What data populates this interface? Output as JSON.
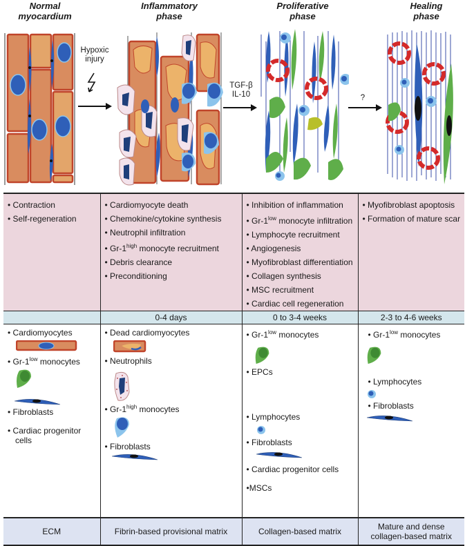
{
  "phases": [
    {
      "title_line1": "Normal",
      "title_line2": "myocardium"
    },
    {
      "title_line1": "Inflammatory",
      "title_line2": "phase"
    },
    {
      "title_line1": "Proliferative",
      "title_line2": "phase"
    },
    {
      "title_line1": "Healing",
      "title_line2": "phase"
    }
  ],
  "transitions": [
    {
      "line1": "Hypoxic",
      "line2": "injury",
      "icon": "lightning-bolt-icon"
    },
    {
      "line1": "TGF-β",
      "line2": "IL-10"
    },
    {
      "line1": "?"
    }
  ],
  "functions": [
    [
      "Contraction",
      "Self-regeneration"
    ],
    [
      "Cardiomyocyte death",
      "Chemokine/cytokine synthesis",
      "Neutrophil infiltration",
      {
        "pre": "Gr-1",
        "sup": "high",
        "post": " monocyte recruitment"
      },
      "Debris clearance",
      "Preconditioning"
    ],
    [
      "Inhibition of inflammation",
      {
        "pre": "Gr-1",
        "sup": "low",
        "post": " monocyte infiltration"
      },
      "Lymphocyte recruitment",
      "Angiogenesis",
      "Myofibroblast differentiation",
      "Collagen synthesis",
      "MSC recruitment",
      "Cardiac cell regeneration"
    ],
    [
      "Myofibroblast apoptosis",
      "Formation of mature scar"
    ]
  ],
  "timing": [
    "",
    "0-4 days",
    "0 to 3-4 weeks",
    "2-3 to 4-6 weeks"
  ],
  "cells": {
    "col1": {
      "cardiomyocytes": "Cardiomyocytes",
      "gr1low_pre": "Gr-1",
      "gr1low_sup": "low",
      "gr1low_post": " monocytes",
      "fibroblasts": "Fibroblasts",
      "cpc_line1": "Cardiac progenitor",
      "cpc_line2": "cells"
    },
    "col2": {
      "dead": "Dead cardiomyocytes",
      "neutrophils": "Neutrophils",
      "gr1high_pre": "Gr-1",
      "gr1high_sup": "high",
      "gr1high_post": " monocytes",
      "fibroblasts": "Fibroblasts"
    },
    "col3": {
      "gr1low_pre": "Gr-1",
      "gr1low_sup": "low",
      "gr1low_post": " monocytes",
      "epcs": "EPCs",
      "lymphocytes": "Lymphocytes",
      "fibroblasts": "Fibroblasts",
      "cpc": "Cardiac progenitor cells",
      "mscs": "MSCs"
    },
    "col4": {
      "gr1low_pre": "Gr-1",
      "gr1low_sup": "low",
      "gr1low_post": " monocytes",
      "lymphocytes": "Lymphocytes",
      "fibroblasts": "Fibroblasts"
    }
  },
  "ecm": [
    "ECM",
    "Fibrin-based provisional matrix",
    "Collagen-based matrix",
    "Mature and dense collagen-based matrix"
  ],
  "colors": {
    "function_row": "#ecd6dd",
    "timing_row": "#d4e6ec",
    "ecm_row": "#dde3f2",
    "cardiomyocyte": "#d98c5f",
    "cardiomyocyte_border": "#c0442a",
    "nucleus_blue": "#2f5fb8",
    "monocyte_green": "#5fae4a",
    "monocyte_lightblue": "#8cc4ec",
    "neutrophil_pink": "#f3e3ec",
    "vessel_red": "#d42a2a"
  }
}
